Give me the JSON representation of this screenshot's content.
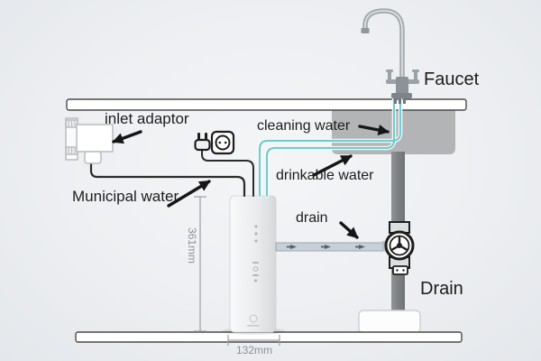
{
  "diagram": {
    "type": "water-purifier-installation-diagram",
    "labels": {
      "faucet": "Faucet",
      "inlet_adaptor": "inlet adaptor",
      "cleaning_water": "cleaning water",
      "drinkable_water": "drinkable water",
      "municipal_water": "Municipal water",
      "drain_flow": "drain",
      "drain": "Drain"
    },
    "dimensions": {
      "purifier_height": "361mm",
      "purifier_width": "132mm"
    },
    "icons": {
      "faucet": "faucet-icon",
      "sink": "sink-icon",
      "countertop": "countertop-shape",
      "floor": "floor-shape",
      "power_plug": "power-plug-icon",
      "power_outlet": "power-outlet-icon",
      "inlet_adaptor": "inlet-adaptor-icon",
      "water_purifier": "water-purifier-icon",
      "drain_valve": "drain-valve-icon",
      "drain_standpipe": "drain-standpipe-icon"
    },
    "colors": {
      "water_line_teal": "#74cbcb",
      "tube_black": "#2b2b2b",
      "sink_gray": "#b2b4b6",
      "drain_pipe_gray": "#85888b",
      "drain_hose_gray": "#c6d0d6",
      "dimension_gray": "#8d9297",
      "annotation_black": "#161616",
      "background": "#edeff2"
    }
  }
}
